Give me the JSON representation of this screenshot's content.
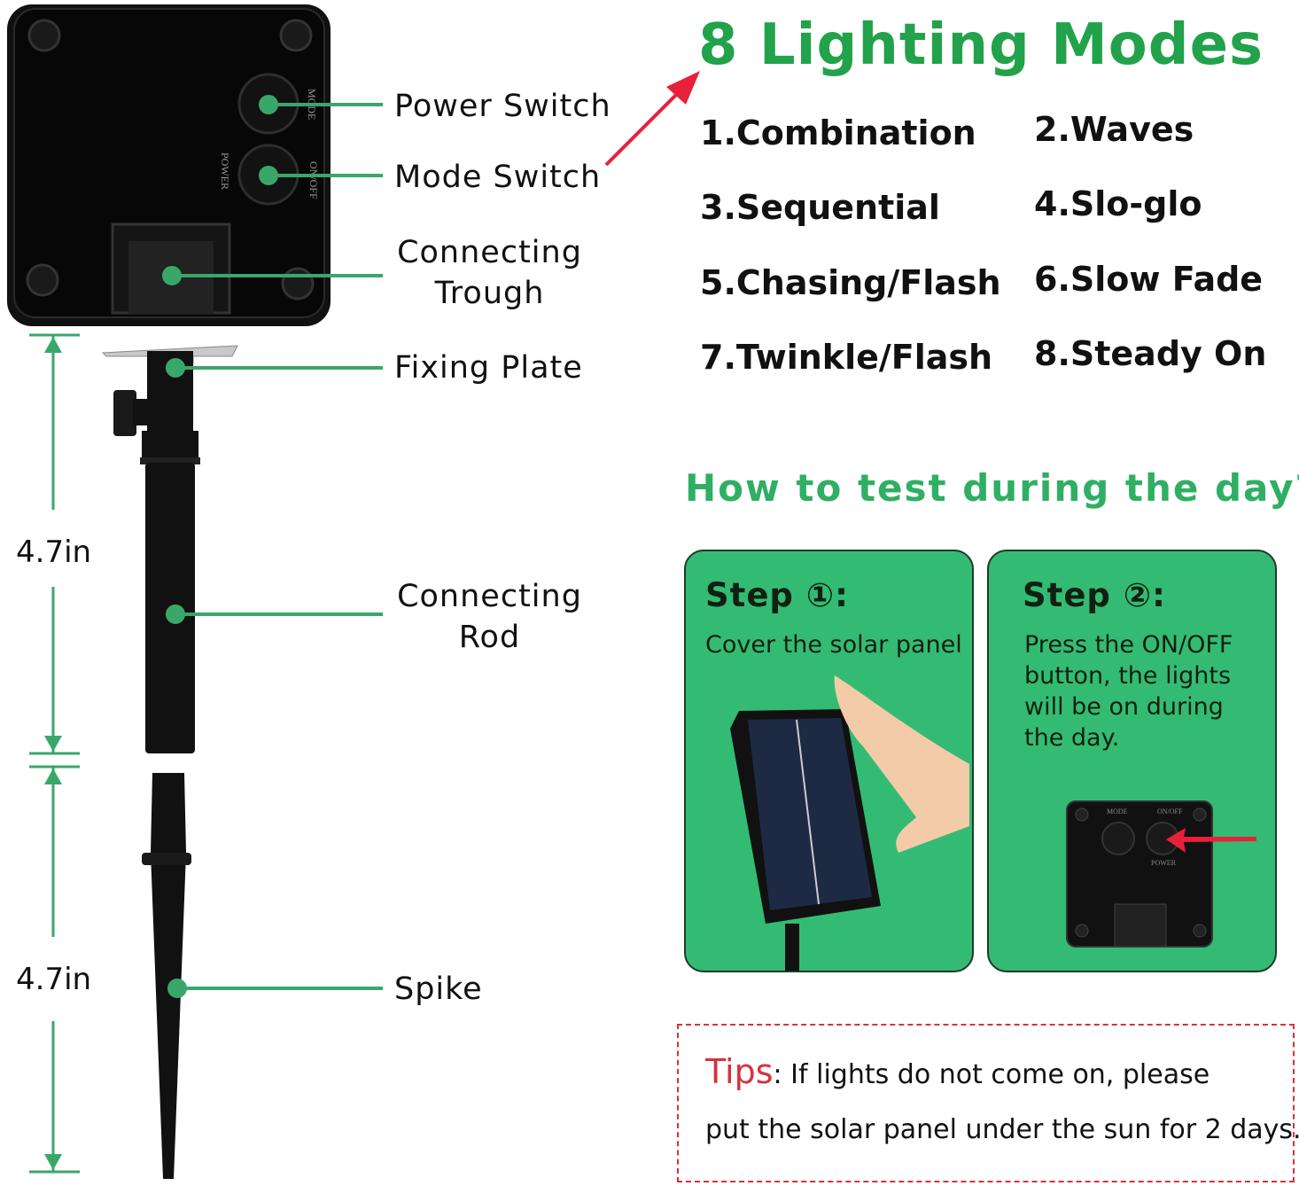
{
  "title": "8 Lighting Modes",
  "modes": [
    "1.Combination",
    "2.Waves",
    "3.Sequential",
    "4.Slo-glo",
    "5.Chasing/Flash",
    "6.Slow Fade",
    "7.Twinkle/Flash",
    "8.Steady On"
  ],
  "parts": {
    "power_switch": "Power Switch",
    "mode_switch": "Mode Switch",
    "connecting_trough": [
      "Connecting",
      "Trough"
    ],
    "fixing_plate": "Fixing Plate",
    "connecting_rod": [
      "Connecting",
      "Rod"
    ],
    "spike": "Spike"
  },
  "device_labels": {
    "mode": "MODE",
    "power": "POWER",
    "onoff": "ON/OFF"
  },
  "dimensions": {
    "rod": "4.7in",
    "spike": "4.7in"
  },
  "howto": {
    "heading": "How to test during the day?",
    "steps": [
      {
        "title": "Step ①:",
        "text": "Cover the solar panel"
      },
      {
        "title": "Step ②:",
        "text": "Press the ON/OFF button, the lights will be on during the day."
      }
    ]
  },
  "tips": {
    "label": "Tips",
    "line1": ": If lights do not come on, please",
    "line2": "put the solar panel under the sun for 2 days."
  },
  "colors": {
    "accent_green": "#22a24a",
    "box_green": "#33bb74",
    "line_green": "#3aa76a",
    "tip_red": "#d8323c",
    "arrow_red": "#e8203a"
  }
}
